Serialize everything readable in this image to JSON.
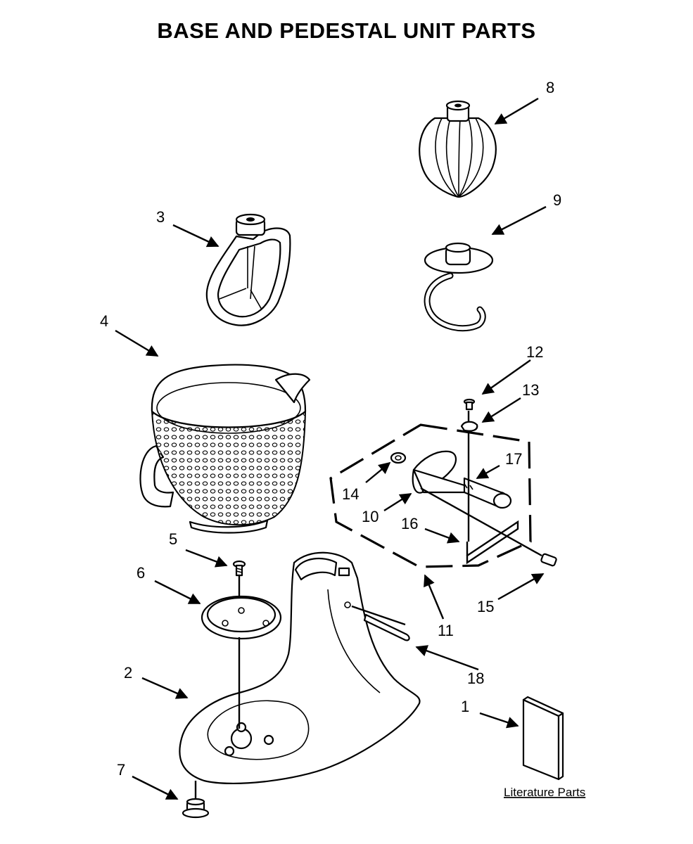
{
  "page": {
    "title": "BASE AND PEDESTAL UNIT PARTS"
  },
  "callouts": [
    "1",
    "2",
    "3",
    "4",
    "5",
    "6",
    "7",
    "8",
    "9",
    "10",
    "11",
    "12",
    "13",
    "14",
    "15",
    "16",
    "17",
    "18"
  ],
  "literature": {
    "label": "Literature Parts"
  }
}
